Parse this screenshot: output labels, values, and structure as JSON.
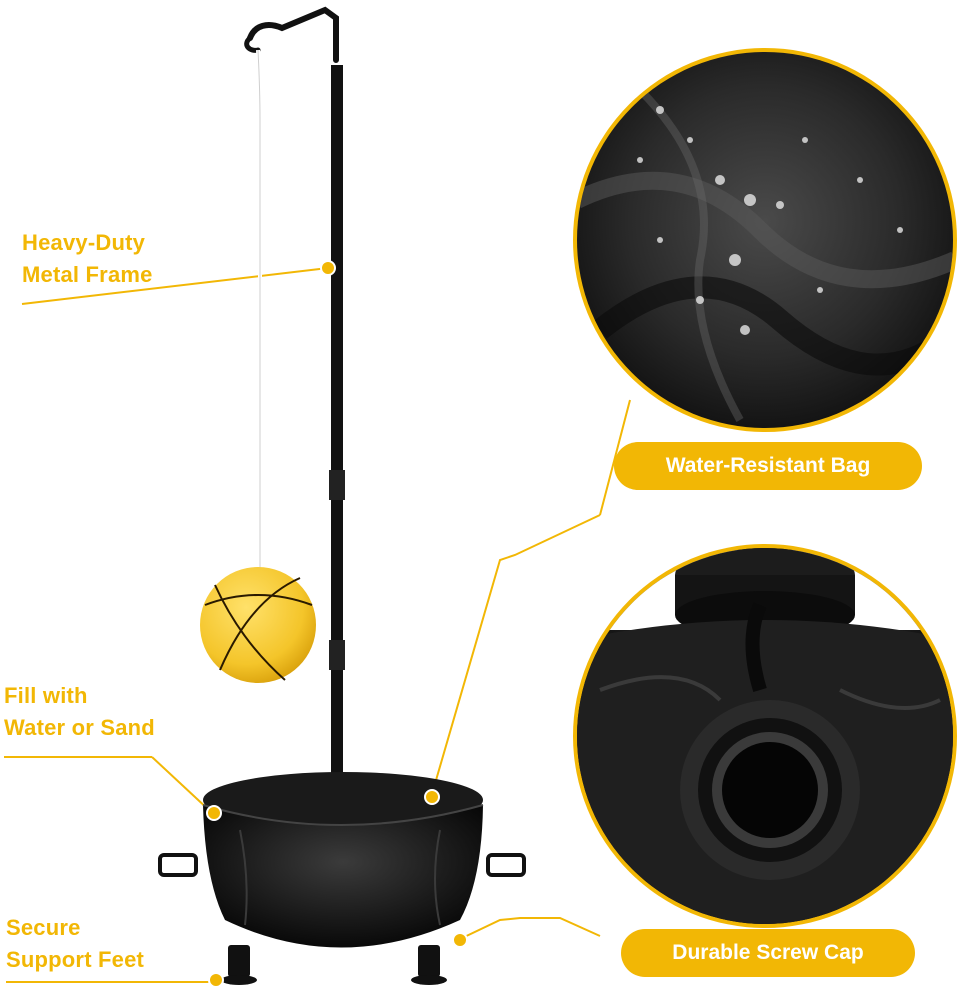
{
  "callouts": {
    "frame": {
      "line1": "Heavy-Duty",
      "line2": "Metal Frame"
    },
    "fill": {
      "line1": "Fill with",
      "line2": "Water or Sand"
    },
    "feet": {
      "line1": "Secure",
      "line2": "Support Feet"
    }
  },
  "badges": {
    "bag": "Water-Resistant Bag",
    "cap": "Durable Screw Cap"
  },
  "colors": {
    "accent": "#f2b705",
    "product": "#111111",
    "ball": "#f4c52a"
  }
}
